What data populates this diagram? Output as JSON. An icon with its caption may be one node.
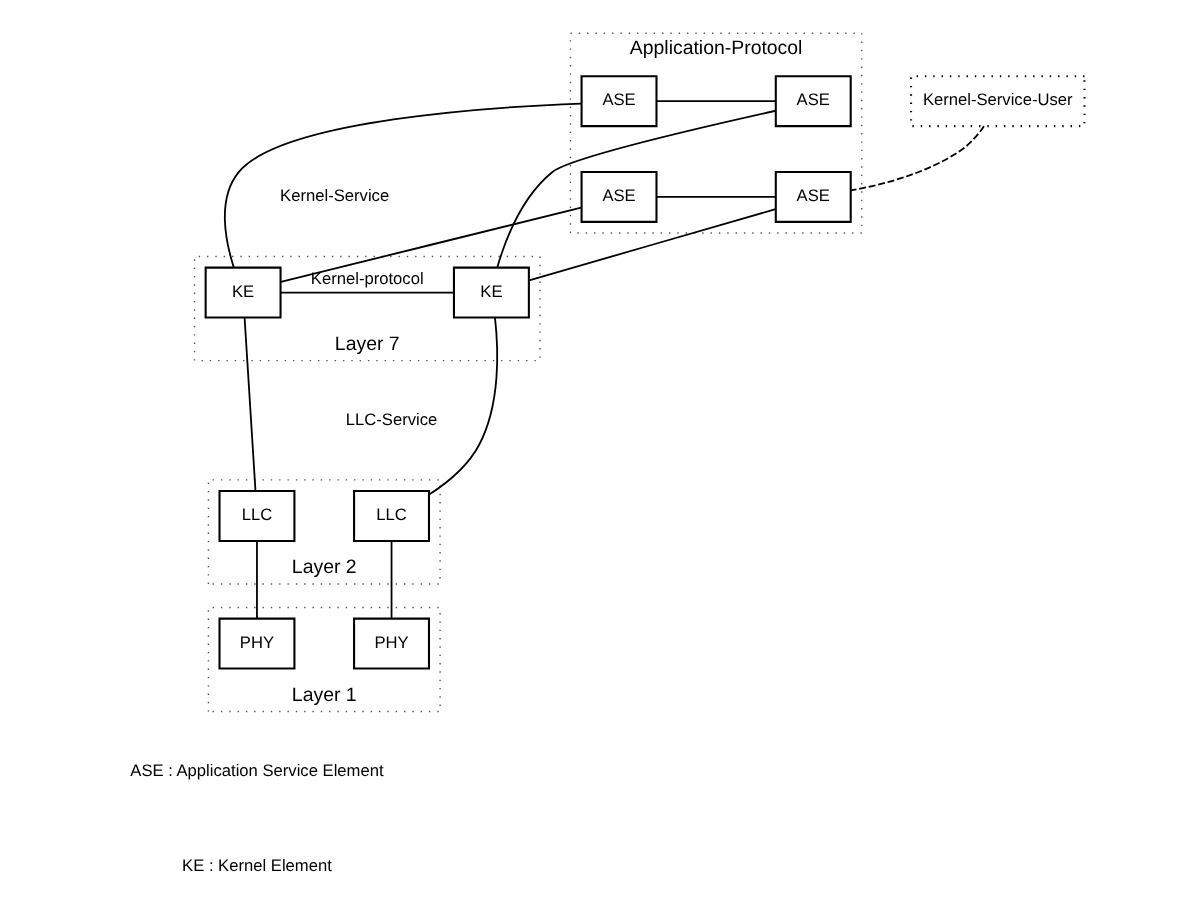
{
  "diagram": {
    "nodes": [
      {
        "text": [
          "Application-Protocol"
        ]
      },
      {
        "text": [
          "ASE"
        ],
        "in": 0
      },
      {
        "text": [
          "ASE"
        ],
        "in": 0
      },
      {
        "text": [
          "ASE"
        ],
        "in": 0
      },
      {
        "text": [
          "ASE"
        ],
        "in": 0
      },
      {
        "text": [
          "Kernel-Service-User"
        ]
      },
      {
        "text": [
          "Layer 7"
        ]
      },
      {
        "text": [
          "KE"
        ],
        "in": 6
      },
      {
        "text": [
          "KE"
        ],
        "in": 6
      },
      {
        "text": [
          "Layer 2"
        ]
      },
      {
        "text": [
          "LLC"
        ],
        "in": 9
      },
      {
        "text": [
          "LLC"
        ],
        "in": 9
      },
      {
        "text": [
          "Layer 1"
        ]
      },
      {
        "text": [
          "PHY"
        ],
        "in": 12
      },
      {
        "text": [
          "PHY"
        ],
        "in": 12
      }
    ],
    "edges": [
      {
        "from": 1,
        "to": 2,
        "arrow": "none"
      },
      {
        "from": 5,
        "to": 2,
        "arrow": "none",
        "style": "dashed"
      },
      {
        "from": 3,
        "to": 4,
        "arrow": "none"
      },
      {
        "from": 1,
        "to": 7,
        "arrow": "none"
      },
      {
        "from": 3,
        "to": 7,
        "arrow": "none"
      },
      {
        "from": 2,
        "to": 8,
        "arrow": "none"
      },
      {
        "from": 4,
        "to": 8,
        "arrow": "none"
      },
      {
        "from": 7,
        "to": 8,
        "arrow": "none",
        "label": "Kernel-protocol"
      },
      {
        "from": 7,
        "to": 10,
        "arrow": "none"
      },
      {
        "from": 8,
        "to": 11,
        "arrow": "none"
      },
      {
        "from": 10,
        "to": 13,
        "arrow": "none"
      },
      {
        "from": 11,
        "to": 14,
        "arrow": "none"
      }
    ],
    "labels": [
      "Kernel-Service",
      "LLC-Service",
      "ASE : Application Service Element",
      "KE : Kernel Element"
    ]
  }
}
